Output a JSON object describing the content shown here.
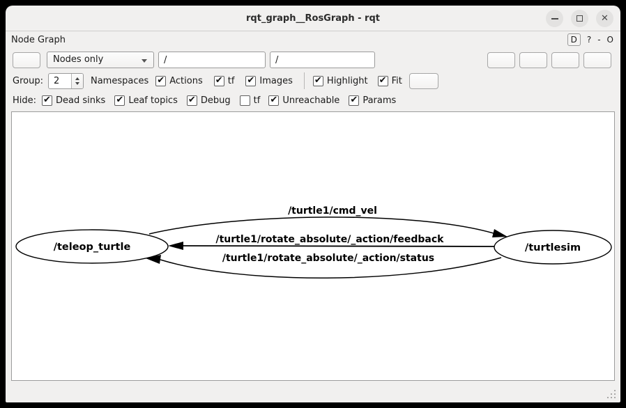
{
  "window": {
    "title": "rqt_graph__RosGraph - rqt"
  },
  "dock": {
    "title": "Node Graph",
    "dock_button": "D",
    "help_button": "?",
    "minimize_button": "-",
    "close_button": "O"
  },
  "toolbar": {
    "graph_type_value": "Nodes only",
    "node_filter": "/",
    "topic_filter": "/"
  },
  "options": {
    "group_label": "Group:",
    "group_value": "2",
    "namespaces_label": "Namespaces",
    "checks": [
      {
        "label": "Actions",
        "checked": true
      },
      {
        "label": "tf",
        "checked": true
      },
      {
        "label": "Images",
        "checked": true
      }
    ],
    "view_checks": [
      {
        "label": "Highlight",
        "checked": true
      },
      {
        "label": "Fit",
        "checked": true
      }
    ]
  },
  "hide": {
    "label": "Hide:",
    "checks": [
      {
        "label": "Dead sinks",
        "checked": true
      },
      {
        "label": "Leaf topics",
        "checked": true
      },
      {
        "label": "Debug",
        "checked": true
      },
      {
        "label": "tf",
        "checked": false
      },
      {
        "label": "Unreachable",
        "checked": true
      },
      {
        "label": "Params",
        "checked": true
      }
    ]
  },
  "graph": {
    "nodes": [
      {
        "label": "/teleop_turtle"
      },
      {
        "label": "/turtlesim"
      }
    ],
    "edges": [
      {
        "label": "/turtle1/cmd_vel",
        "from": "/teleop_turtle",
        "to": "/turtlesim"
      },
      {
        "label": "/turtle1/rotate_absolute/_action/feedback",
        "from": "/turtlesim",
        "to": "/teleop_turtle"
      },
      {
        "label": "/turtle1/rotate_absolute/_action/status",
        "from": "/turtlesim",
        "to": "/teleop_turtle"
      }
    ]
  },
  "colors": {
    "frame": "#000000",
    "window_bg": "#f1f0ef",
    "canvas_bg": "#ffffff",
    "edge": "#000000",
    "text": "#1a1a1a"
  }
}
